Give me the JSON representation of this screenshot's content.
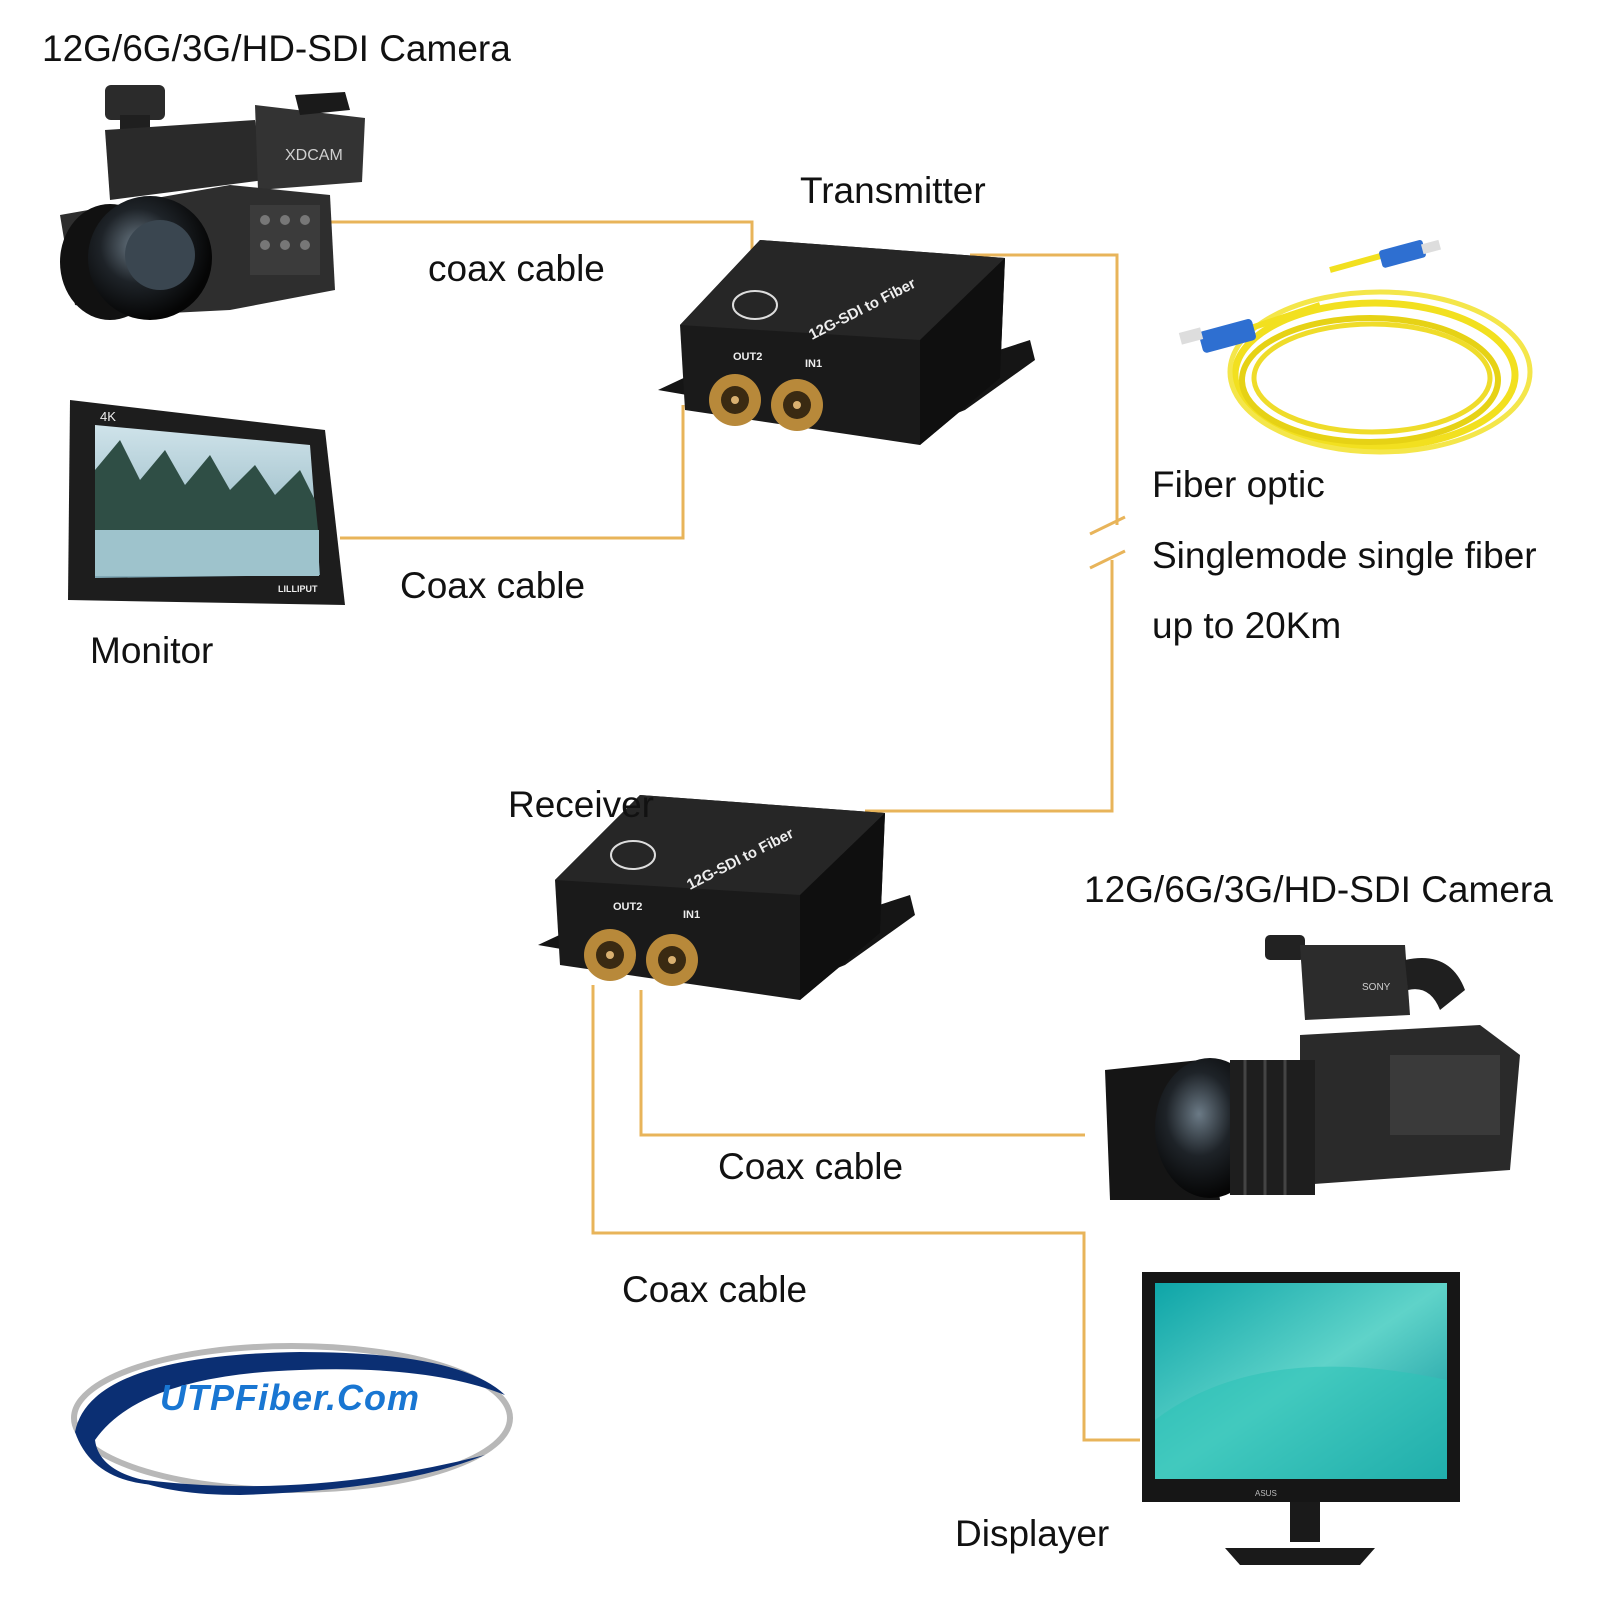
{
  "labels": {
    "camera_top": "12G/6G/3G/HD-SDI Camera",
    "transmitter": "Transmitter",
    "coax_camera_tx": "coax cable",
    "coax_monitor_tx": "Coax cable",
    "monitor": "Monitor",
    "fiber_line1": "Fiber optic",
    "fiber_line2": "Singlemode single fiber",
    "fiber_line3": "up to 20Km",
    "receiver": "Receiver",
    "camera_bottom": "12G/6G/3G/HD-SDI Camera",
    "coax_rx_camera": "Coax cable",
    "coax_rx_display": "Coax cable",
    "displayer": "Displayer"
  },
  "device_text": {
    "tx_title": "12G-SDI to Fiber",
    "tx_port_out": "OUT2",
    "tx_port_in": "IN1",
    "rx_title": "12G-SDI to Fiber",
    "rx_port_out": "OUT2",
    "rx_port_in": "IN1",
    "camera_top_brand": "XDCAM",
    "camera_bottom_brand": "SONY",
    "monitor_brand": "LILLIPUT",
    "monitor_badge": "4K",
    "display_brand": "ASUS"
  },
  "logo": {
    "text": "UTPFiber.Com"
  },
  "colors": {
    "cable": "#e8b45a",
    "fiber": "#f2e01f",
    "device_body": "#1a1a1a",
    "logo_blue": "#1976d2",
    "logo_swoosh_dark": "#0b2f73",
    "logo_swoosh_gray": "#b8b8b8"
  }
}
